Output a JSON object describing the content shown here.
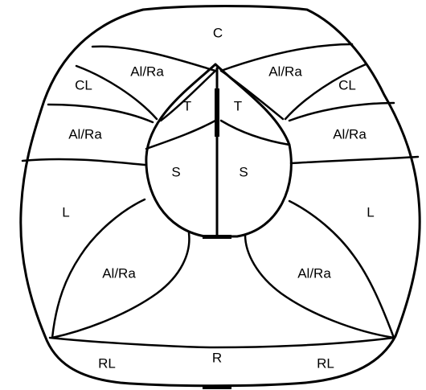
{
  "labels": {
    "c": "C",
    "al_ra_top_left": "Al/Ra",
    "al_ra_top_right": "Al/Ra",
    "cl_left": "CL",
    "cl_right": "CL",
    "t_left": "T",
    "t_right": "T",
    "al_ra_mid_left": "Al/Ra",
    "al_ra_mid_right": "Al/Ra",
    "s_left": "S",
    "s_right": "S",
    "l_left": "L",
    "l_right": "L",
    "al_ra_low_left": "Al/Ra",
    "al_ra_low_right": "Al/Ra",
    "rl_left": "RL",
    "r": "R",
    "rl_right": "RL"
  }
}
